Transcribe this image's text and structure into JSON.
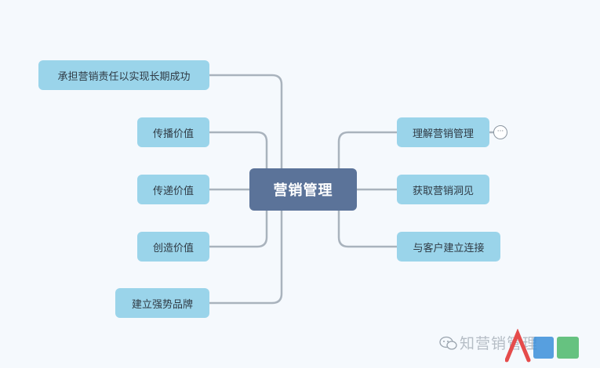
{
  "diagram": {
    "central": "营销管理",
    "left_branches": [
      "承担营销责任以实现长期成功",
      "传播价值",
      "传递价值",
      "创造价值",
      "建立强势品牌"
    ],
    "right_branches": [
      "理解营销管理",
      "获取营销洞见",
      "与客户建立连接"
    ],
    "collapse_indicator": "···"
  },
  "colors": {
    "background": "#f5f9fd",
    "central_fill": "#5b7399",
    "branch_fill": "#9ad4ea",
    "connector": "#a9b3bd"
  },
  "watermark": {
    "text": "知营销管理"
  }
}
